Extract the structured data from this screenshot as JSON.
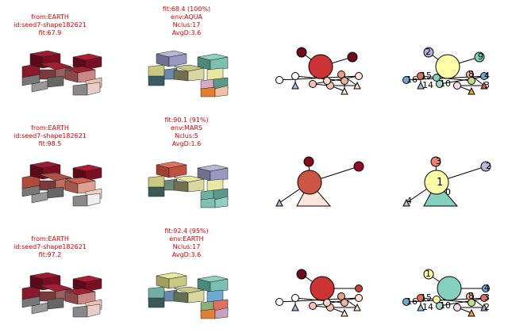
{
  "rows": [
    {
      "earth_caption": [
        "from:EARTH",
        "id:seed7-shape182621",
        "fit:67.9"
      ],
      "env_caption": [
        "fit:68.4 (100%)",
        "env:AQUA",
        "Nclus:17",
        "AvgD:3.6"
      ],
      "cluster_labels": [
        "2",
        "9",
        "16",
        "15",
        "8",
        "4",
        "14",
        "10",
        "3"
      ]
    },
    {
      "earth_caption": [
        "from:EARTH",
        "id:seed7-shape182621",
        "fit:98.5"
      ],
      "env_caption": [
        "fit:90.1 (91%)",
        "env:MARS",
        "Nclus:5",
        "AvgD:1.6"
      ],
      "cluster_labels": [
        "3",
        "2",
        "1",
        "0",
        "4"
      ]
    },
    {
      "earth_caption": [
        "from:EARTH",
        "id:seed7-shape182621",
        "fit:97.2"
      ],
      "env_caption": [
        "fit:92.4 (95%)",
        "env:EARTH",
        "Nclus:17",
        "AvgD:3.6"
      ],
      "cluster_labels": [
        "1",
        "4",
        "16",
        "15",
        "8",
        "3",
        "14",
        "10",
        "2"
      ]
    }
  ],
  "colors": {
    "caption": "#e00000",
    "maroon": "#6e0b1e",
    "red_node": "#cc4433",
    "yellow_node": "#ffffa8",
    "teal_node": "#86d0c0"
  }
}
